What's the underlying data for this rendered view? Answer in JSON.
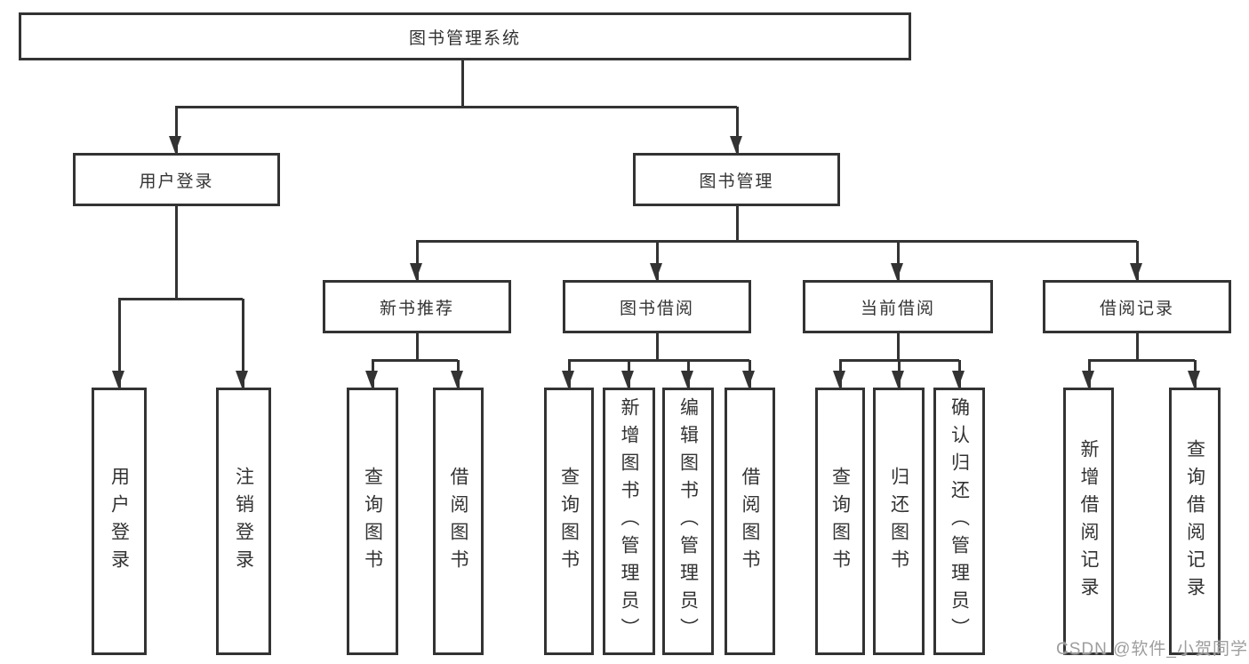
{
  "colors": {
    "line": "#333333",
    "text": "#333333",
    "background": "#ffffff",
    "watermark_text": "#9e9e9e"
  },
  "chart_data": {
    "type": "table",
    "note": "hierarchy diagram (function structure tree)"
  },
  "tree": {
    "label": "图书管理系统",
    "children": [
      {
        "label": "用户登录",
        "children": [
          {
            "label": "用户登录"
          },
          {
            "label": "注销登录"
          }
        ]
      },
      {
        "label": "图书管理",
        "children": [
          {
            "label": "新书推荐",
            "children": [
              {
                "label": "查询图书"
              },
              {
                "label": "借阅图书"
              }
            ]
          },
          {
            "label": "图书借阅",
            "children": [
              {
                "label": "查询图书"
              },
              {
                "label": "新增图书（管理员）"
              },
              {
                "label": "编辑图书（管理员）"
              },
              {
                "label": "借阅图书"
              }
            ]
          },
          {
            "label": "当前借阅",
            "children": [
              {
                "label": "查询图书"
              },
              {
                "label": "归还图书"
              },
              {
                "label": "确认归还（管理员）"
              }
            ]
          },
          {
            "label": "借阅记录",
            "children": [
              {
                "label": "新增借阅记录"
              },
              {
                "label": "查询借阅记录"
              }
            ]
          }
        ]
      }
    ]
  },
  "watermark": "CSDN @软件_小贺同学"
}
